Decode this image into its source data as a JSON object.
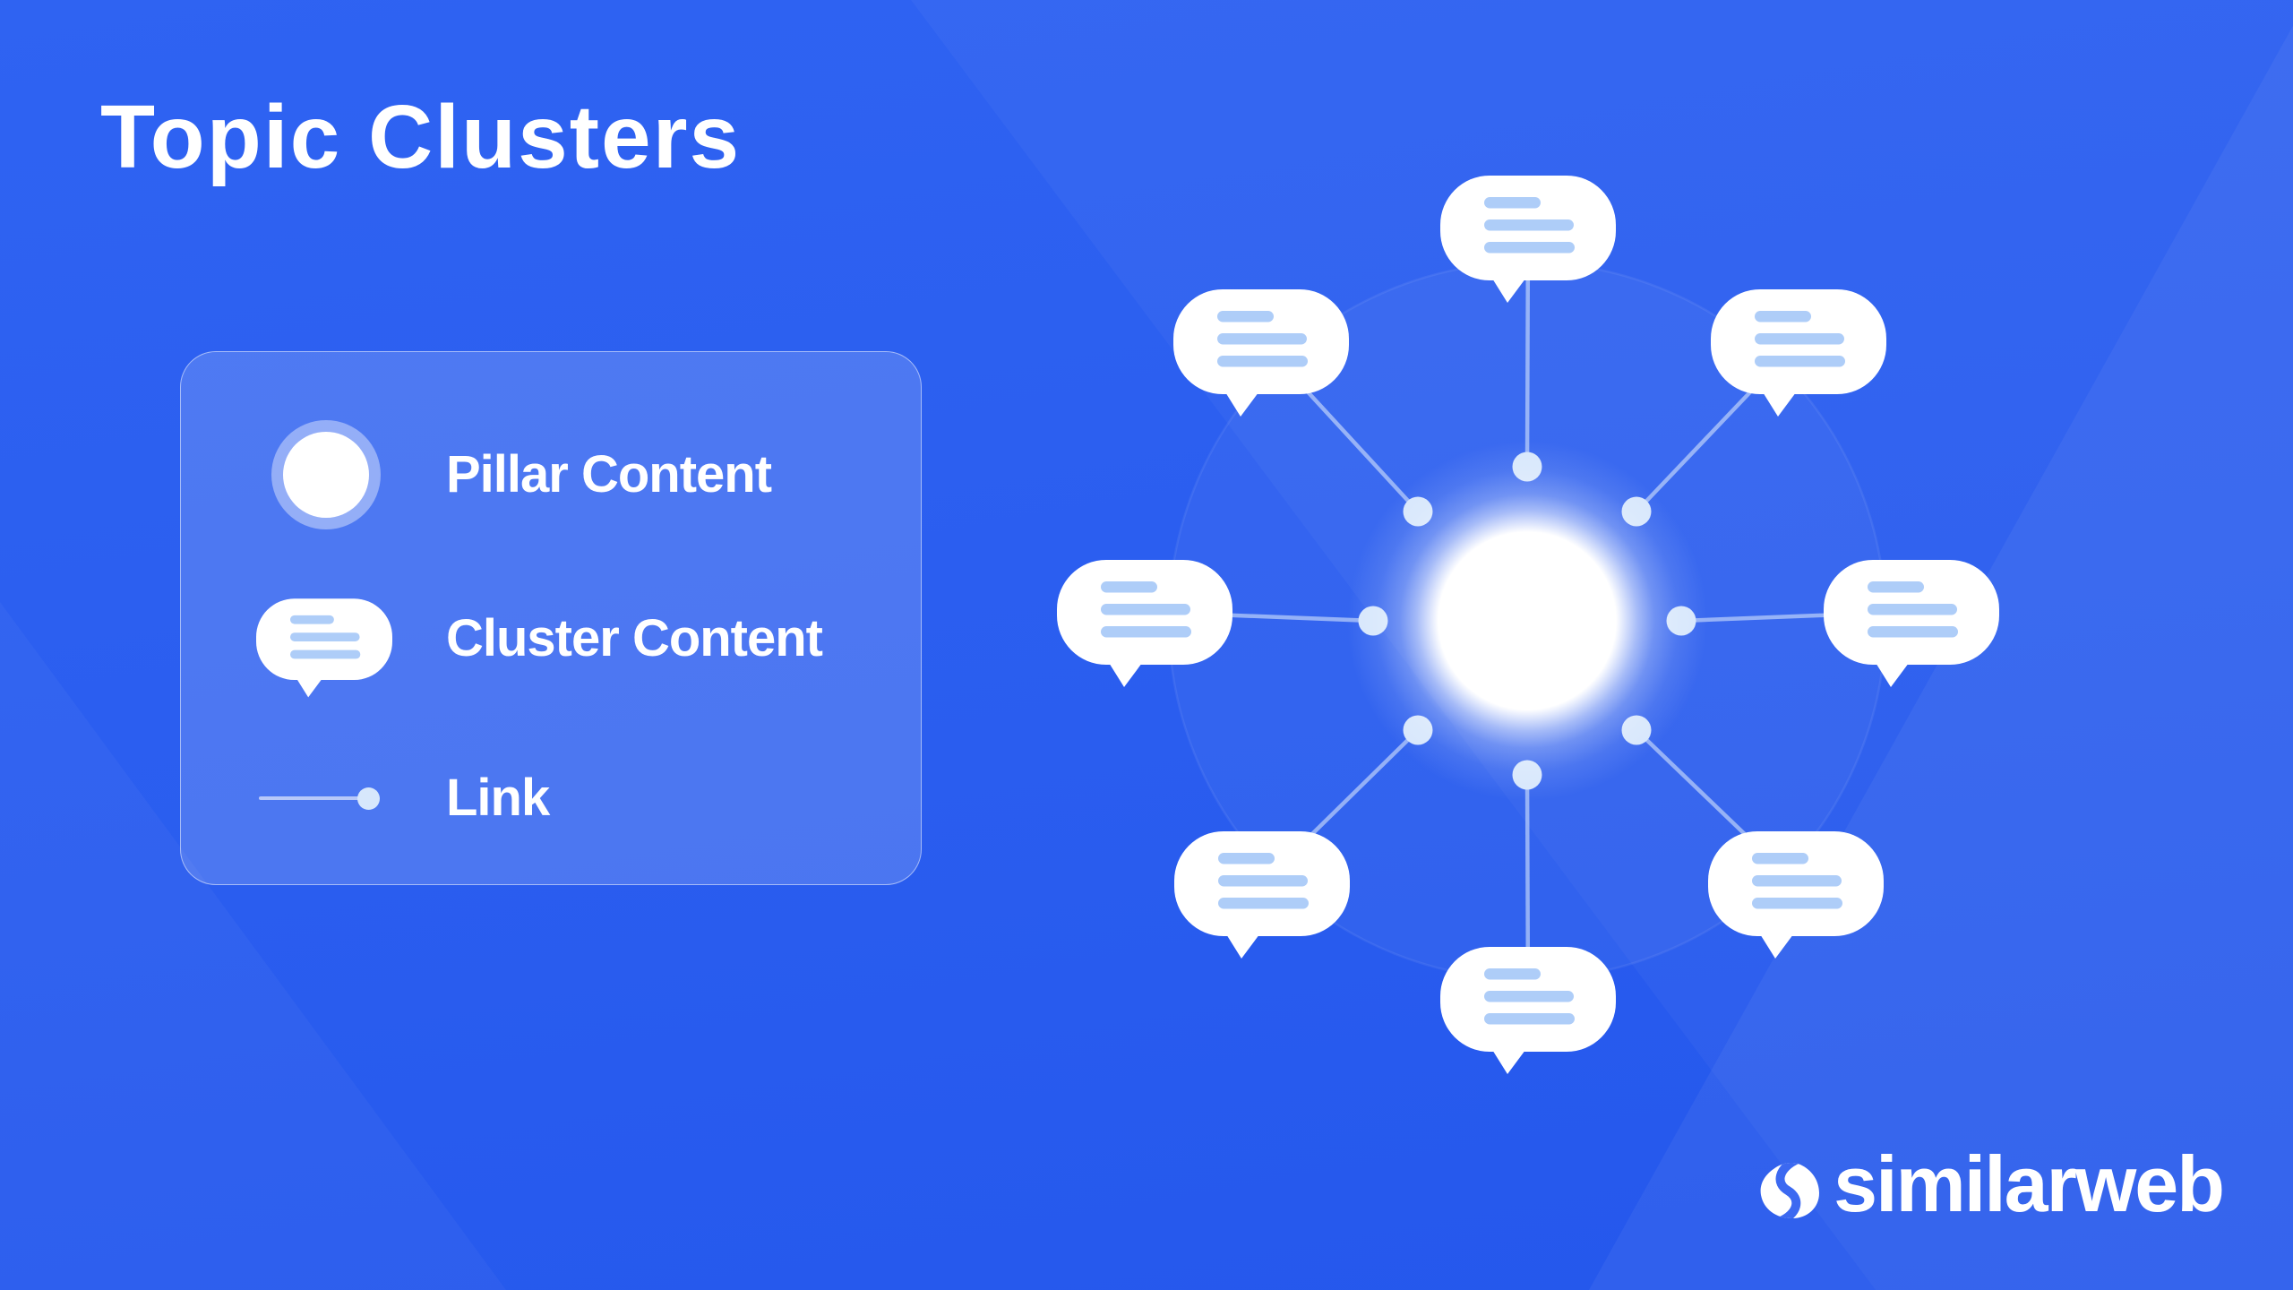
{
  "title": "Topic Clusters",
  "legend": {
    "items": [
      {
        "label": "Pillar Content",
        "icon": "pillar-circle-icon"
      },
      {
        "label": "Cluster Content",
        "icon": "speech-bubble-icon"
      },
      {
        "label": "Link",
        "icon": "link-line-icon"
      }
    ]
  },
  "diagram": {
    "type": "hub-and-spoke",
    "pillar_node_count": 1,
    "cluster_bubble_count": 8,
    "link_count": 8,
    "hub_icon": "pillar-circle",
    "node_icon": "speech-bubble"
  },
  "branding": {
    "wordmark": "similarweb",
    "icon": "similarweb-logo-icon"
  },
  "colors": {
    "background_top": "#2F63F2",
    "background_bottom": "#2457EC",
    "light_band": "rgba(255,255,255,0.05)",
    "panel_fill": "rgba(255,255,255,0.16)",
    "panel_border": "rgba(255,255,255,0.5)",
    "text": "#FFFFFF",
    "bubble_fill": "#FFFFFF",
    "bubble_bar": "#AECDF8",
    "spoke_line": "#D6E5FB",
    "link_dot": "#D7E7FC",
    "hub_fill": "#FFFFFF"
  }
}
